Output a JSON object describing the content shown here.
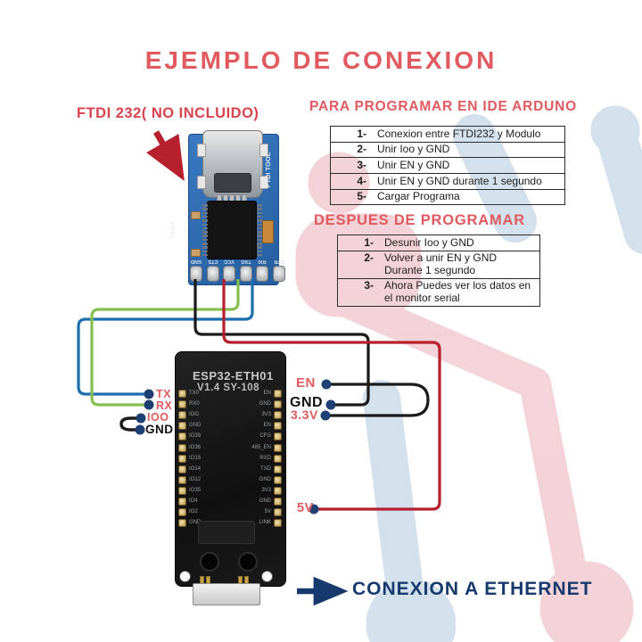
{
  "title": "EJEMPLO DE CONEXION",
  "ftdi": {
    "label": "FTDI  232( NO INCLUIDO)",
    "side_text": "FTDI TOOL",
    "left_side_text": "TX RX",
    "pin_labels": [
      "GND",
      "CTS",
      "VCC",
      "TXO",
      "RXI",
      "DTR"
    ]
  },
  "program": {
    "heading": "PARA PROGRAMAR EN IDE ARDUNO",
    "items": [
      {
        "num": "1-",
        "text": "Conexion entre  FTDI232 y Modulo"
      },
      {
        "num": "2-",
        "text": "Unir Ioo y GND"
      },
      {
        "num": "3-",
        "text": "Unir EN y GND"
      },
      {
        "num": "4-",
        "text": "Unir EN y GND durante 1 segundo"
      },
      {
        "num": "5-",
        "text": "Cargar Programa"
      }
    ]
  },
  "after": {
    "heading": "DESPUES DE  PROGRAMAR",
    "items": [
      {
        "num": "1-",
        "text": "Desunir Ioo y GND"
      },
      {
        "num": "2-",
        "text": "Volver a unir EN y GND Durante 1 segundo"
      },
      {
        "num": "3-",
        "text": "Ahora Puedes ver los datos en el monitor serial"
      }
    ]
  },
  "esp": {
    "name": "ESP32-ETH01",
    "version": "V1.4  SY-108",
    "left_pins": [
      "TX0",
      "RX0",
      "IOO",
      "GND",
      "IO39",
      "IO36",
      "IO15",
      "IO14",
      "IO12",
      "IO35",
      "IO4",
      "IO2",
      "GND"
    ],
    "right_pins": [
      "EN",
      "GND",
      "3V3",
      "EN",
      "CFG",
      "485_EN",
      "RXD",
      "TXD",
      "GND",
      "3V3",
      "GND",
      "5V",
      "LINK"
    ],
    "left_labels": [
      {
        "text": "TX"
      },
      {
        "text": "RX"
      },
      {
        "text": "IOO"
      },
      {
        "text": "GND"
      }
    ],
    "right_labels": [
      {
        "text": "EN"
      },
      {
        "text": "GND"
      },
      {
        "text": "3.3V"
      },
      {
        "text": "5V"
      }
    ]
  },
  "ethernet": {
    "label": "CONEXION A  ETHERNET"
  },
  "colors": {
    "accent": "#e05a5f",
    "navy": "#16396e",
    "wire-red": "#b5202c",
    "wire-green": "#84bf50",
    "wire-blue": "#1c6fad",
    "wire-black": "#1a1a1a",
    "dot": "#1e3f72",
    "pcb-blue": "#2f6db8",
    "decor-pink": "#f2ccd2",
    "decor-blue": "#cfdeeb"
  }
}
